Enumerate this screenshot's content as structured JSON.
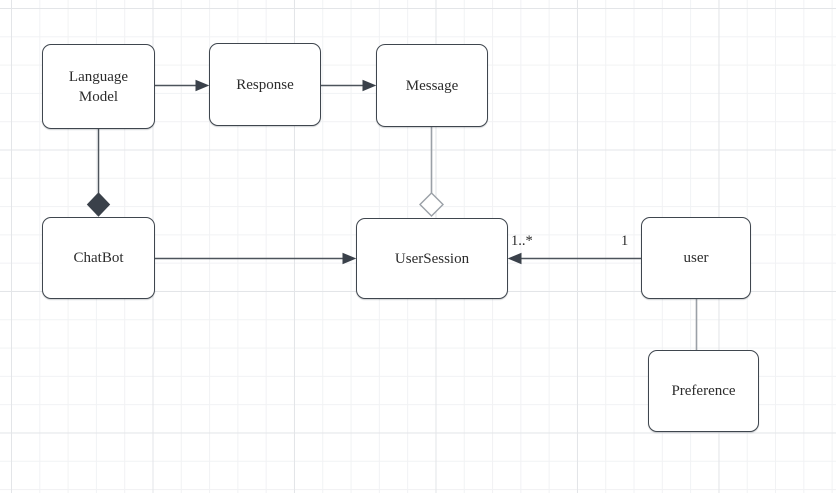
{
  "diagram": {
    "type": "uml-class-diagram",
    "nodes": [
      {
        "id": "language-model",
        "label": "Language Model"
      },
      {
        "id": "response",
        "label": "Response"
      },
      {
        "id": "message",
        "label": "Message"
      },
      {
        "id": "chatbot",
        "label": "ChatBot"
      },
      {
        "id": "usersession",
        "label": "UserSession"
      },
      {
        "id": "user",
        "label": "user"
      },
      {
        "id": "preference",
        "label": "Preference"
      }
    ],
    "edges": [
      {
        "from": "language-model",
        "to": "response",
        "type": "directed-arrow"
      },
      {
        "from": "response",
        "to": "message",
        "type": "directed-arrow"
      },
      {
        "from": "chatbot",
        "to": "usersession",
        "type": "directed-arrow"
      },
      {
        "from": "user",
        "to": "usersession",
        "type": "directed-arrow",
        "source_multiplicity": "1",
        "target_multiplicity": "1..*"
      },
      {
        "from": "language-model",
        "to": "chatbot",
        "type": "composition-filled-diamond-at-chatbot"
      },
      {
        "from": "message",
        "to": "usersession",
        "type": "aggregation-hollow-diamond-at-usersession"
      },
      {
        "from": "user",
        "to": "preference",
        "type": "plain-association"
      }
    ],
    "multiplicity_labels": [
      {
        "text": "1..*",
        "near": "usersession"
      },
      {
        "text": "1",
        "near": "user"
      }
    ],
    "colors": {
      "canvas_background": "#ffffff",
      "grid_minor": "#f1f2f4",
      "grid_major": "#e3e5e8",
      "node_fill": "#ffffff",
      "node_border": "#3f464e",
      "edge_dark": "#4d545c",
      "edge_light": "#9aa0a7",
      "diamond_fill_dark": "#3a414a",
      "text": "#2c2c2c"
    }
  }
}
